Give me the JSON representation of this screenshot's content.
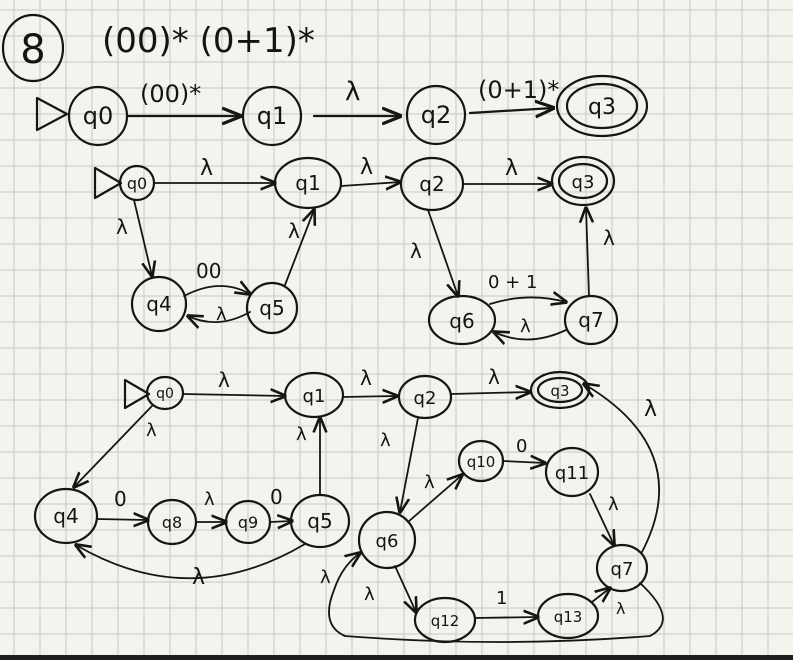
{
  "exercise_number": "8",
  "regex": "(00)* (0+1)*",
  "labels": {
    "top_edge_1": "(00)*",
    "top_edge_2": "λ",
    "top_edge_3": "(0+1)*",
    "lambda": "λ",
    "zeros": "00",
    "zero_or_one": "0 + 1",
    "zero": "0",
    "one": "1"
  },
  "states": {
    "q0": "q0",
    "q1": "q1",
    "q2": "q2",
    "q3": "q3",
    "q4": "q4",
    "q5": "q5",
    "q6": "q6",
    "q7": "q7",
    "q8": "q8",
    "q9": "q9",
    "q10": "q10",
    "q11": "q11",
    "q12": "q12",
    "q13": "q13"
  },
  "colors": {
    "paper": "#f4f4ee",
    "grid": "#c9c9c2",
    "ink": "#151515",
    "frame": "#2b2b2b"
  }
}
